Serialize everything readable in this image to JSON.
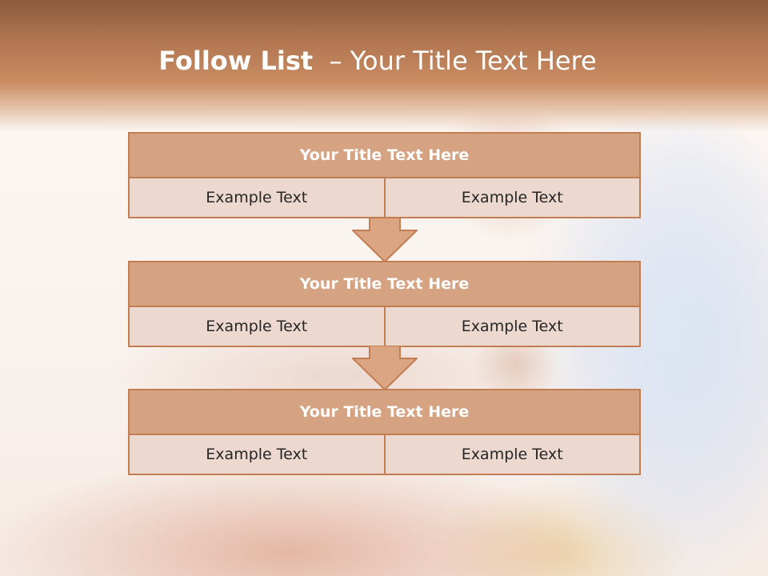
{
  "title": {
    "strong": "Follow List",
    "rest": "  – Your Title Text Here"
  },
  "blocks": [
    {
      "heading": "Your Title Text Here",
      "left": "Example Text",
      "right": "Example Text"
    },
    {
      "heading": "Your Title Text Here",
      "left": "Example Text",
      "right": "Example Text"
    },
    {
      "heading": "Your Title Text Here",
      "left": "Example Text",
      "right": "Example Text"
    }
  ],
  "colors": {
    "header_band": "#b07650",
    "block_heading_fill": "#d5a381",
    "cell_fill": "#ecd8cf",
    "border": "#c37d52",
    "arrow_fill": "#dba583"
  },
  "icons": [
    "down-arrow-icon"
  ]
}
